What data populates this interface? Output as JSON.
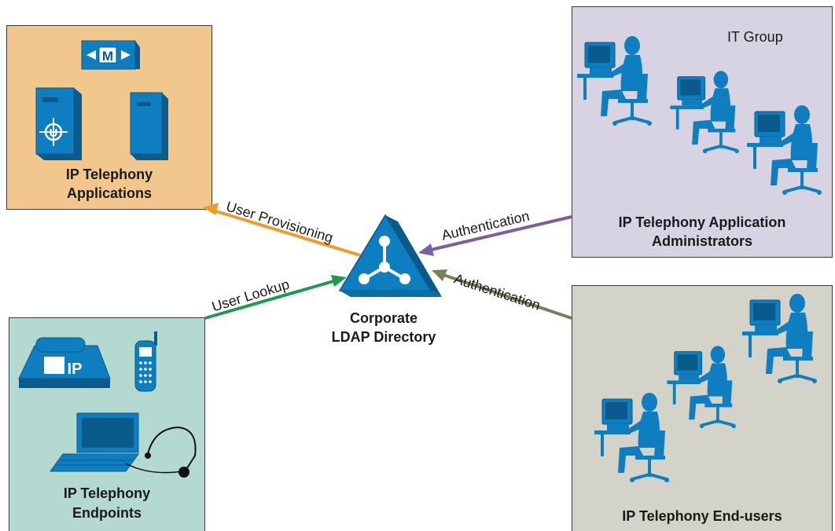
{
  "colors": {
    "applications_fill": "#f2c78e",
    "admins_fill": "#d7d3e2",
    "endpoints_fill": "#b3d9d0",
    "endusers_fill": "#d4d3ca",
    "icon_blue": "#0f7ec0",
    "icon_dark": "#0a5a8c",
    "arrow_provisioning": "#f19a2a",
    "arrow_admin_auth": "#7a5fa1",
    "arrow_user_auth": "#77805a",
    "arrow_lookup": "#1d9a4e"
  },
  "boxes": {
    "applications": {
      "label_line1": "IP Telephony",
      "label_line2": "Applications"
    },
    "admins": {
      "label_line1": "IP Telephony Application",
      "label_line2": "Administrators",
      "group_label": "IT Group"
    },
    "endpoints": {
      "label_line1": "IP Telephony",
      "label_line2": "Endpoints"
    },
    "endusers": {
      "label": "IP Telephony End-users"
    }
  },
  "directory": {
    "label_line1": "Corporate",
    "label_line2": "LDAP Directory"
  },
  "arrows": {
    "provisioning": "User Provisioning",
    "admin_auth": "Authentication",
    "user_auth": "Authentication",
    "lookup": "User Lookup"
  },
  "icons": {
    "applications": [
      "call-manager-icon",
      "unity-server-icon",
      "server-icon"
    ],
    "endpoints": [
      "ip-phone-icon",
      "wireless-phone-icon",
      "laptop-icon",
      "headset-icon"
    ],
    "directory": "ldap-directory-icon",
    "people": "seated-user-at-workstation-icon",
    "ip_phone_text": "IP",
    "call_manager_letter": "M",
    "unity_letter": "U"
  }
}
